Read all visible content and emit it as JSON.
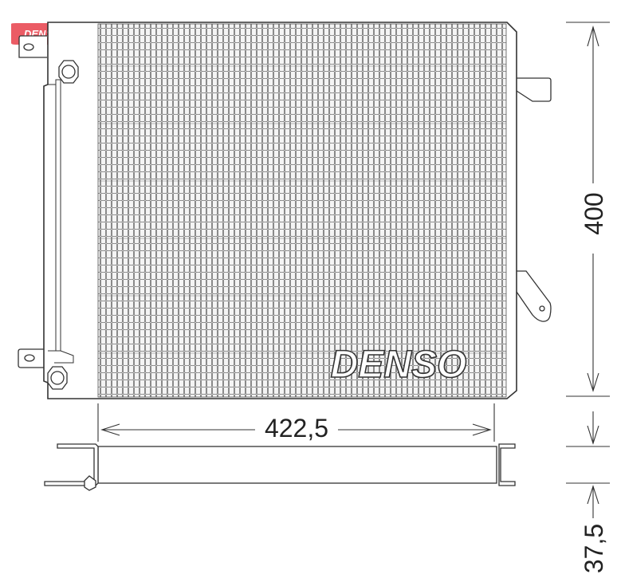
{
  "brand": {
    "name": "DENSO",
    "corner_logo_text": "DENSO",
    "corner_logo_color": "#e8404a"
  },
  "dimensions": {
    "width_label": "422,5",
    "height_label": "400",
    "depth_label": "37,5"
  },
  "colors": {
    "line": "#333333",
    "fin": "#6f6f6f",
    "fin_area": "#f2f2f2",
    "background": "#ffffff"
  }
}
